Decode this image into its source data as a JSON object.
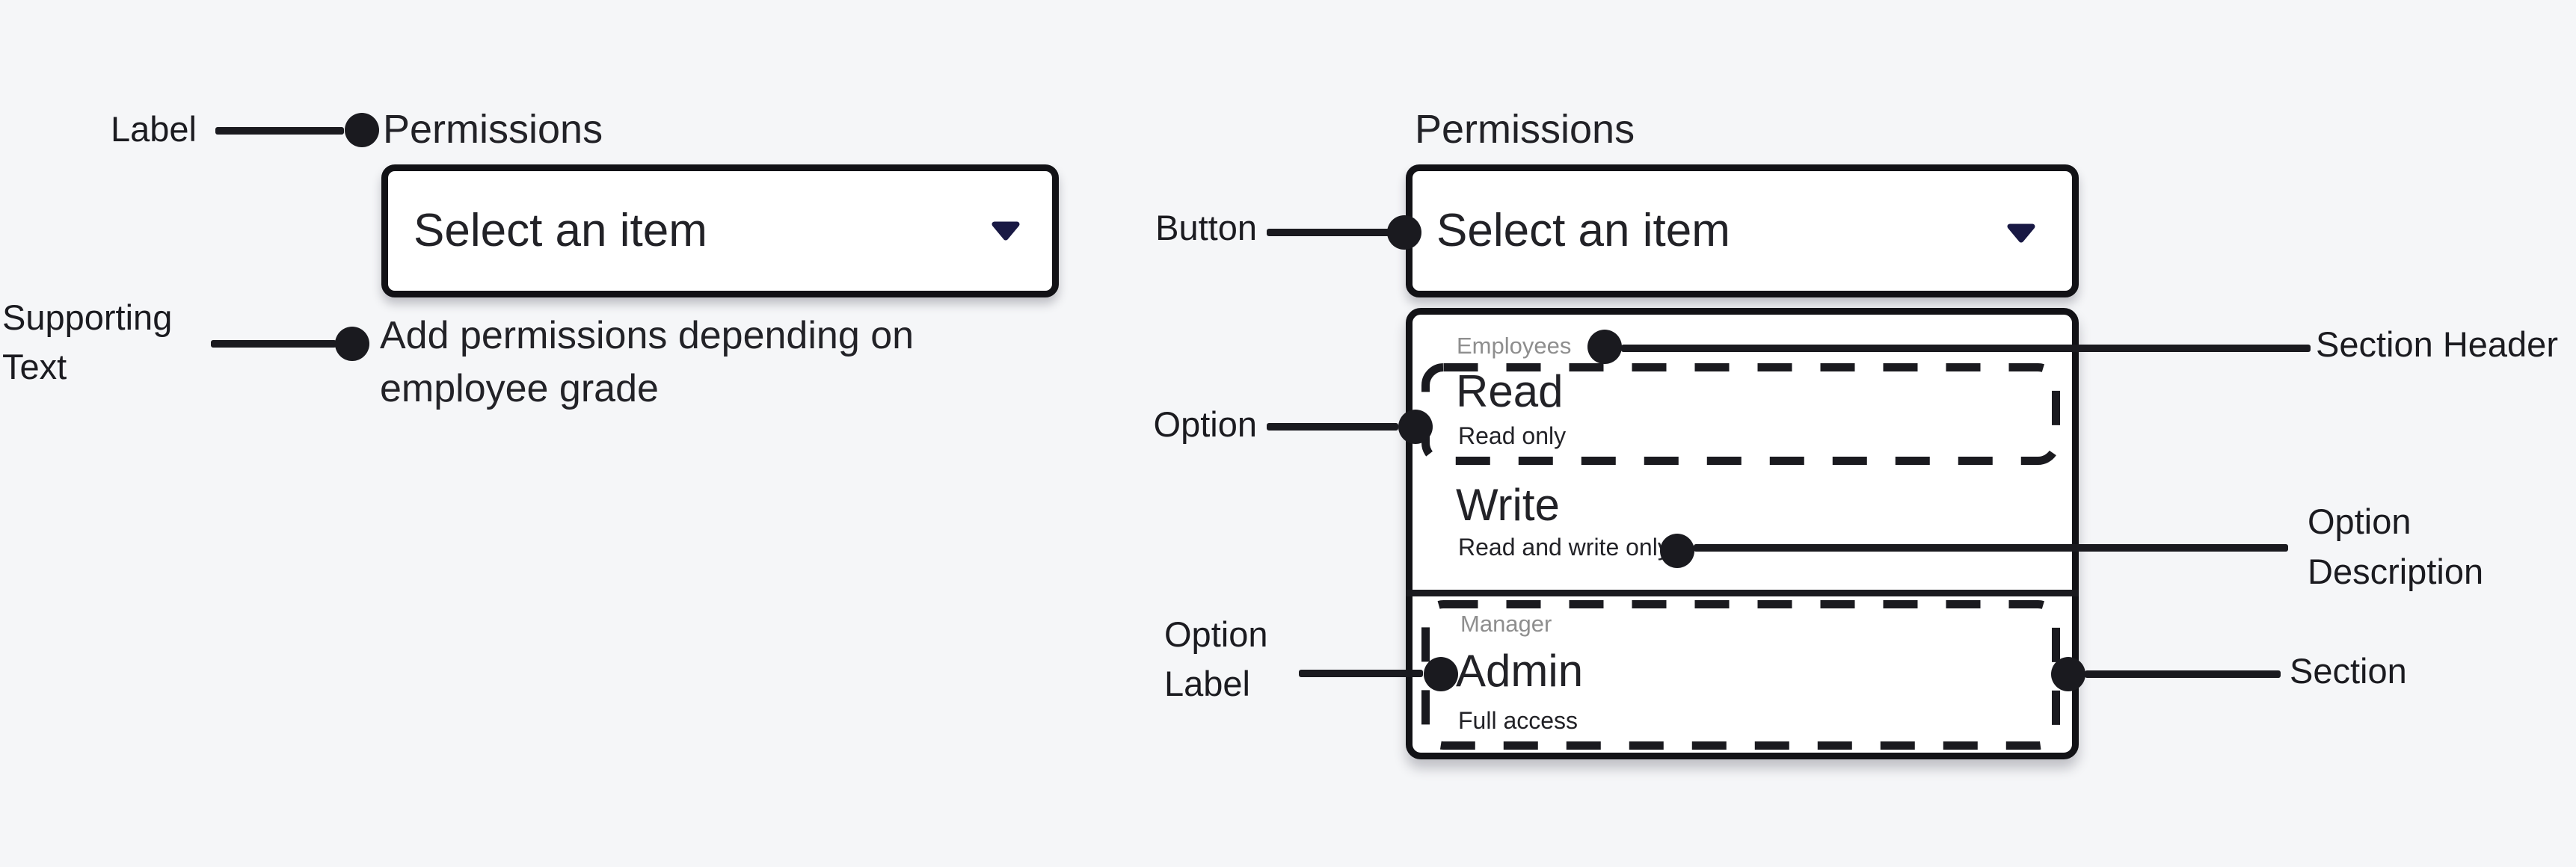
{
  "colors": {
    "background": "#f5f6f8",
    "surface": "#ffffff",
    "ink": "#1a1a1f",
    "muted_text": "#8e8e8e",
    "arrow_accent": "#191944"
  },
  "icons": {
    "dropdown_arrow": "chevron-down"
  },
  "left_component": {
    "label": "Permissions",
    "button_text": "Select an item",
    "supporting_text": {
      "line1": "Add permissions depending on",
      "line2": "employee grade"
    }
  },
  "right_component": {
    "label": "Permissions",
    "button_text": "Select an item",
    "sections": [
      {
        "header": "Employees",
        "options": [
          {
            "label": "Read",
            "description": "Read only"
          },
          {
            "label": "Write",
            "description": "Read and write only"
          }
        ]
      },
      {
        "header": "Manager",
        "options": [
          {
            "label": "Admin",
            "description": "Full access"
          }
        ]
      }
    ]
  },
  "annotations": {
    "label": "Label",
    "supporting_text": {
      "line1": "Supporting",
      "line2": "Text"
    },
    "button": "Button",
    "option": "Option",
    "section_header": "Section Header",
    "option_description": {
      "line1": "Option",
      "line2": "Description"
    },
    "option_label": {
      "line1": "Option",
      "line2": "Label"
    },
    "section": "Section"
  }
}
